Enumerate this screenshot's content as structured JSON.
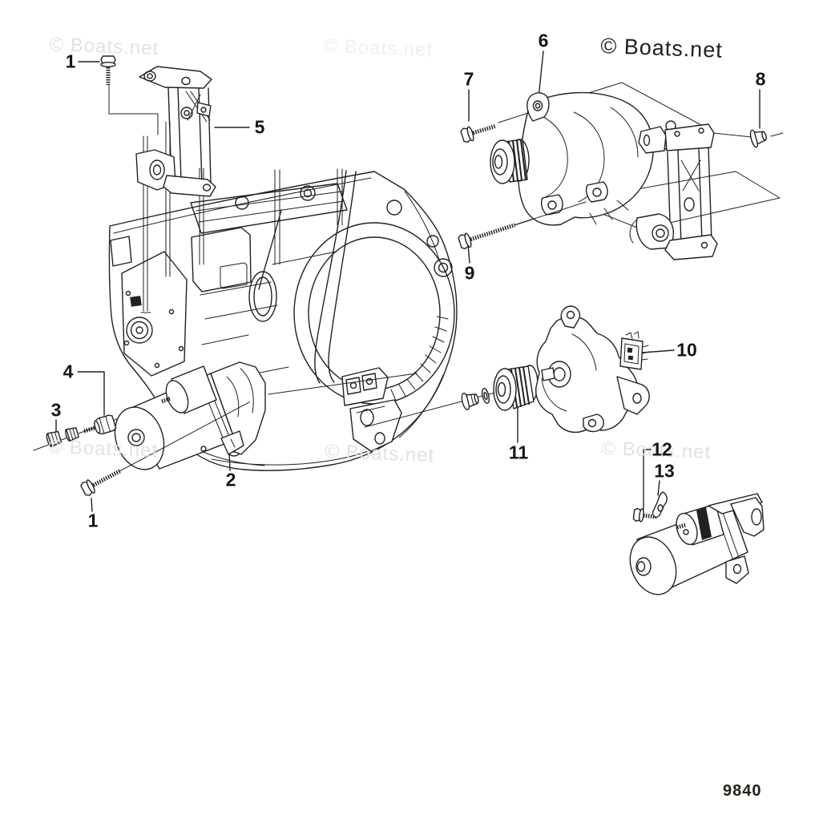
{
  "theme": {
    "wm_light": "#dfe4df",
    "wm_faint": "#eef1ed",
    "wm_dark": "#1e1e1e",
    "ink": "#212121",
    "paper": "#ffffff"
  },
  "watermark": {
    "text": "© Boats.net"
  },
  "figure_number": "9840",
  "callouts": {
    "c1_top": "1",
    "c2": "2",
    "c3": "3",
    "c4": "4",
    "c5": "5",
    "c6": "6",
    "c7": "7",
    "c8": "8",
    "c9": "9",
    "c10": "10",
    "c11": "11",
    "c12": "12",
    "c13": "13",
    "c1_bottom": "1"
  }
}
